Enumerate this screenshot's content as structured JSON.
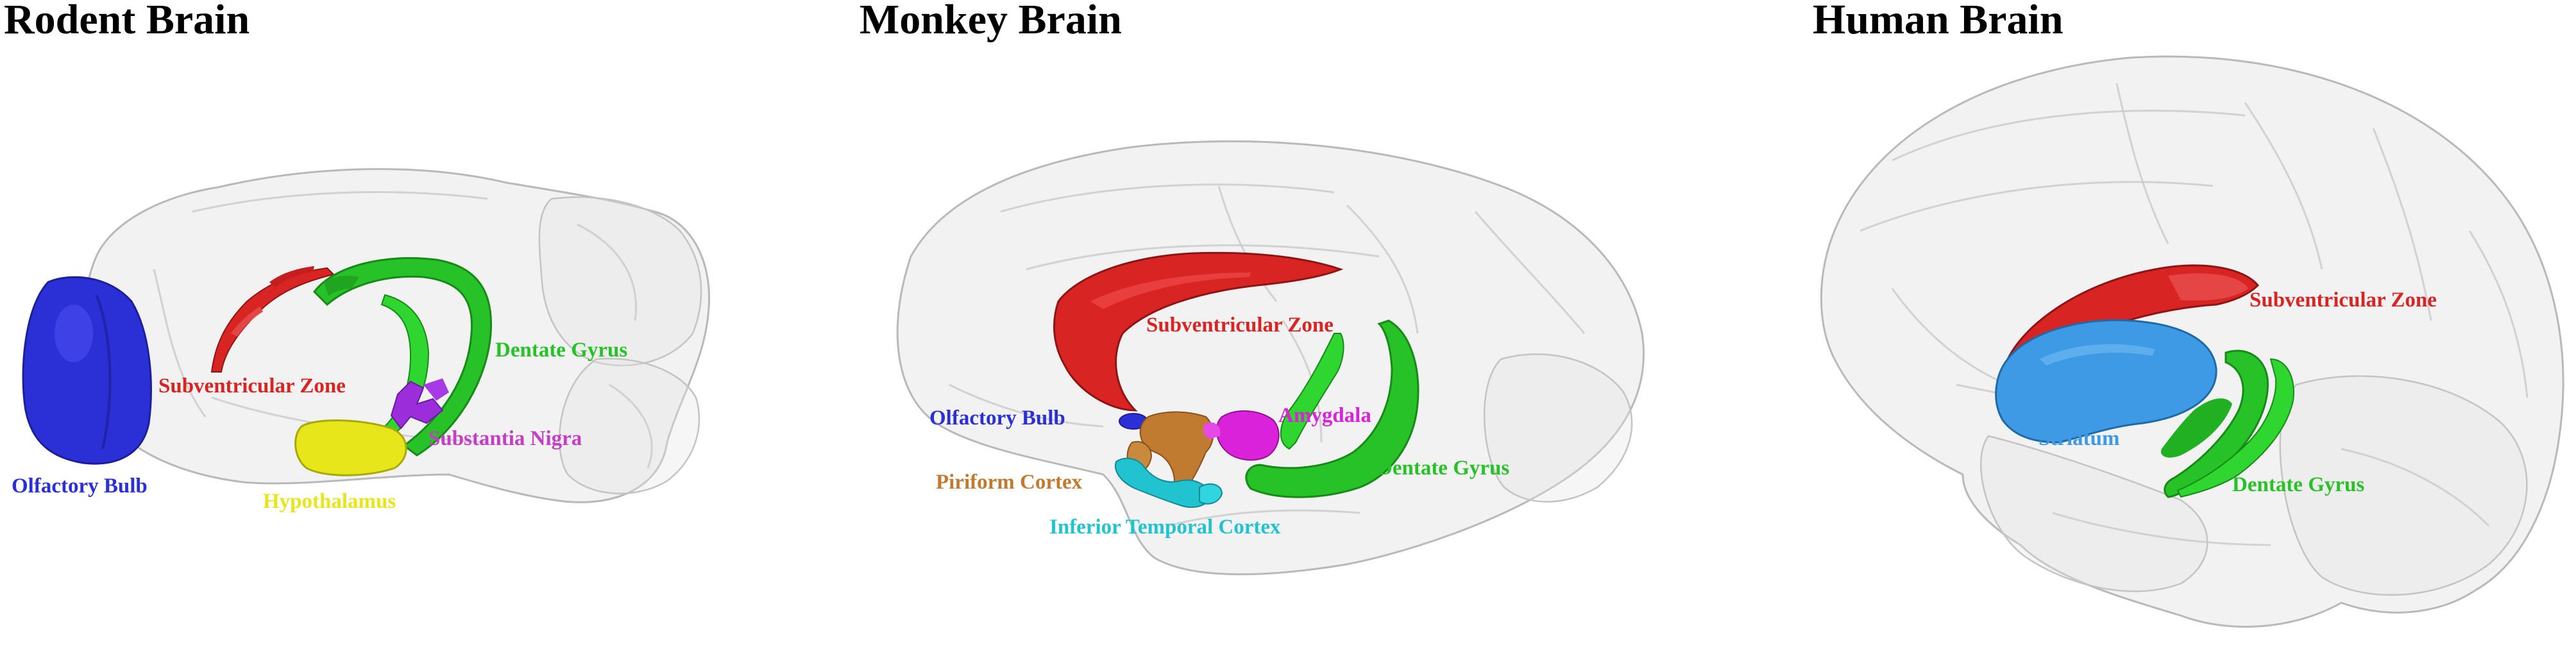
{
  "panels": [
    {
      "title": "Rodent Brain",
      "labels": {
        "olfactory_bulb": "Olfactory Bulb",
        "subventricular_zone": "Subventricular Zone",
        "dentate_gyrus": "Dentate Gyrus",
        "substantia_nigra": "Substantia Nigra",
        "hypothalamus": "Hypothalamus"
      }
    },
    {
      "title": "Monkey Brain",
      "labels": {
        "subventricular_zone": "Subventricular Zone",
        "olfactory_bulb": "Olfactory Bulb",
        "amygdala": "Amygdala",
        "piriform_cortex": "Piriform Cortex",
        "dentate_gyrus": "Dentate Gyrus",
        "inferior_temporal_cortex": "Inferior Temporal Cortex"
      }
    },
    {
      "title": "Human Brain",
      "labels": {
        "subventricular_zone": "Subventricular Zone",
        "striatum": "Striatum",
        "dentate_gyrus": "Dentate Gyrus"
      }
    }
  ],
  "colors": {
    "olfactory_bulb": "#2b2fd6",
    "subventricular_zone": "#d92424",
    "dentate_gyrus": "#27c227",
    "substantia_nigra": "#c43dc4",
    "hypothalamus": "#e6e61a",
    "amygdala": "#d922d9",
    "piriform_cortex": "#c07b30",
    "inferior_temporal_cortex": "#22c3d0",
    "striatum": "#3f9ae6"
  }
}
